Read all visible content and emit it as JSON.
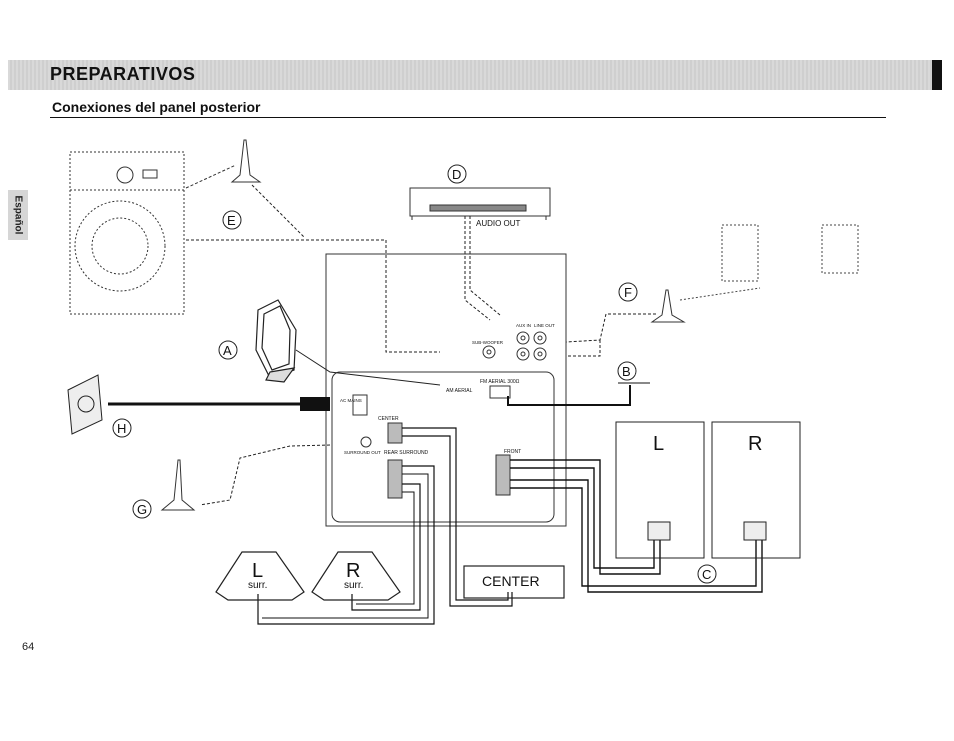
{
  "header": {
    "title": "PREPARATIVOS"
  },
  "section": {
    "subtitle": "Conexiones del panel posterior"
  },
  "side_tab": {
    "label": "Español"
  },
  "page_number": "64",
  "callouts": [
    "A",
    "B",
    "C",
    "D",
    "E",
    "F",
    "G",
    "H"
  ],
  "device_labels": {
    "audio_out": "AUDIO OUT",
    "aux_in": "AUX IN",
    "line_out": "LINE OUT",
    "sub_woofer": "SUB-WOOFER",
    "fm_aerial": "FM AERIAL 300Ω",
    "am_aerial": "AM AERIAL",
    "ac_mains": "AC MAINS",
    "center": "CENTER",
    "surround_out": "SURROUND OUT",
    "rear_surround": "REAR SURROUND",
    "front": "FRONT"
  },
  "speakers": {
    "front_left": "L",
    "front_right": "R",
    "surr_left": "L",
    "surr_right": "R",
    "surr_label": "surr.",
    "center": "CENTER"
  }
}
